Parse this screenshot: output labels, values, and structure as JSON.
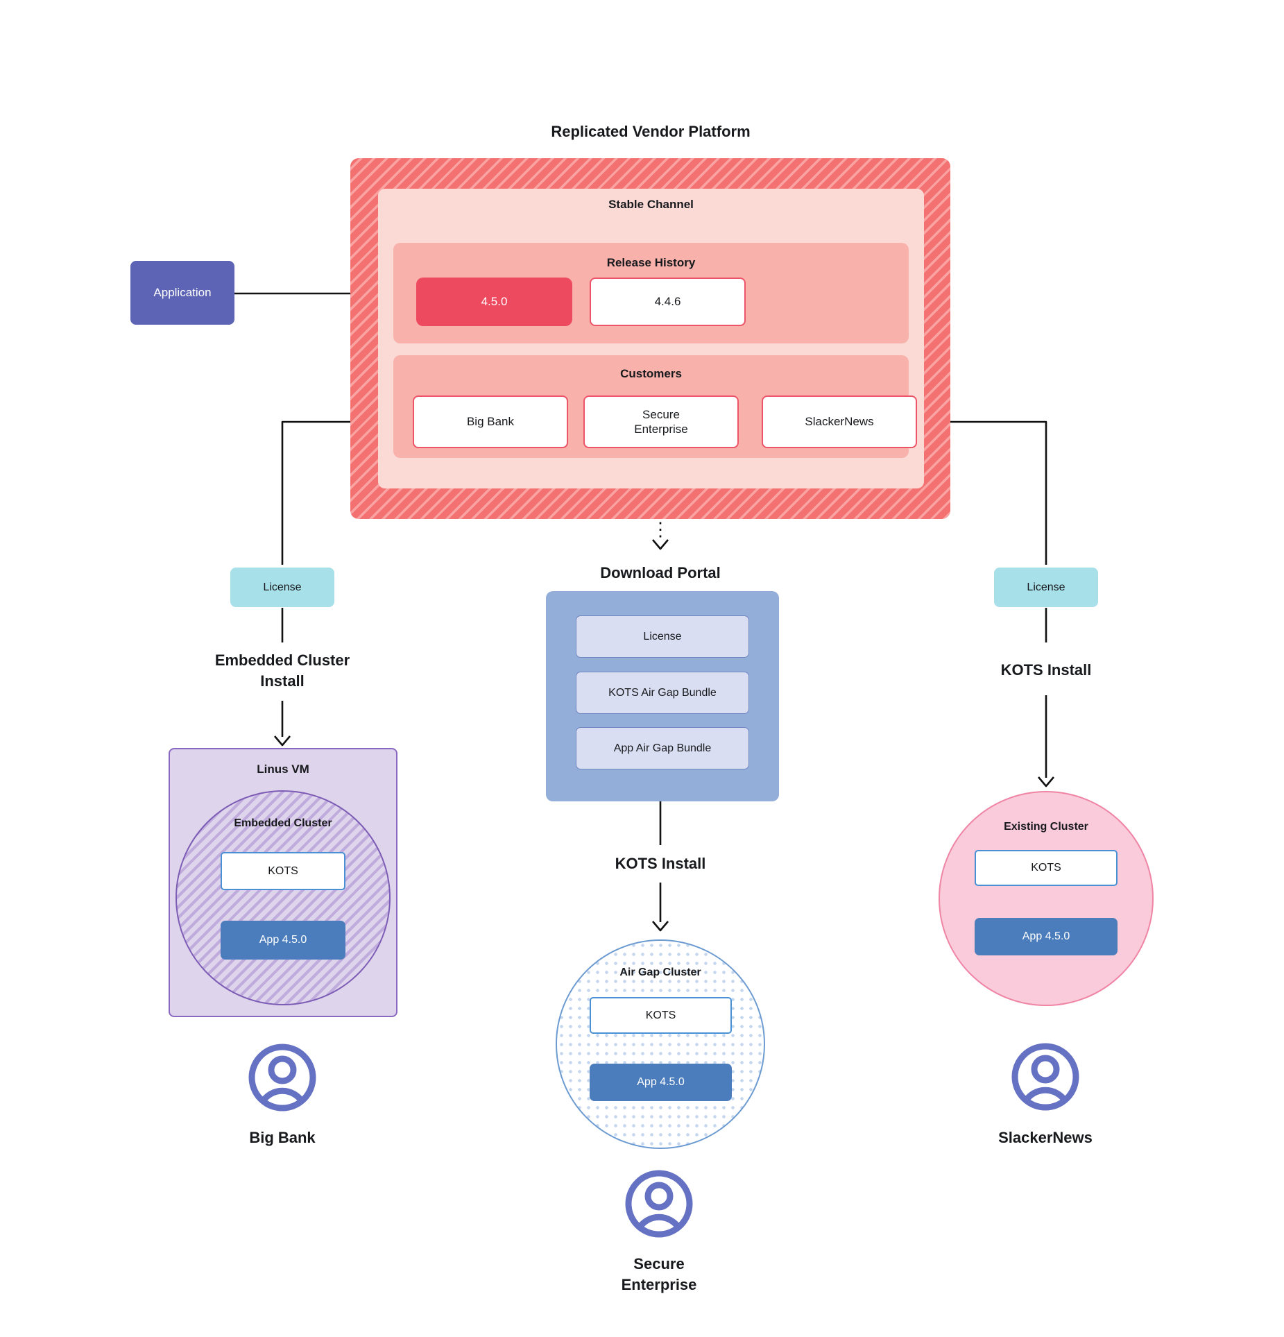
{
  "title": "Replicated Vendor Platform",
  "colors": {
    "hatch_red": "#f47171",
    "hatch_red_light": "#f9a3a3",
    "stable_fill": "#fbd9d5",
    "band_fill": "#f8b1ab",
    "release_current_fill": "#ee4a5f",
    "red_border": "#ee5468",
    "application_purple": "#5d64b5",
    "license_teal": "#a7e0e9",
    "portal_blue": "#93aed9",
    "portal_item_fill": "#d9def2",
    "vm_purple_fill": "#ded4ec",
    "vm_purple_border": "#8a68c0",
    "kots_border_blue": "#4a90d5",
    "app_blue": "#4b7dbd",
    "airgap_border_blue": "#6c9bd2",
    "existing_pink_fill": "#f9cbdb",
    "existing_pink_border": "#ef84a5",
    "persona_purple": "#6571c2"
  },
  "platform": {
    "stable_channel_label": "Stable Channel",
    "release_history_label": "Release History",
    "releases": [
      "4.5.0",
      "4.4.6"
    ],
    "customers_label": "Customers",
    "customers": [
      "Big Bank",
      "Secure\nEnterprise",
      "SlackerNews"
    ]
  },
  "application_label": "Application",
  "left_flow": {
    "license": "License",
    "install": "Embedded Cluster\nInstall",
    "vm_label": "Linus VM",
    "cluster_label": "Embedded Cluster",
    "kots": "KOTS",
    "app": "App 4.5.0",
    "persona": "Big Bank"
  },
  "center_flow": {
    "portal_label": "Download  Portal",
    "portal_items": [
      "License",
      "KOTS Air Gap Bundle",
      "App Air Gap Bundle"
    ],
    "install": "KOTS Install",
    "cluster_label": "Air Gap Cluster",
    "kots": "KOTS",
    "app": "App 4.5.0",
    "persona": "Secure\nEnterprise"
  },
  "right_flow": {
    "license": "License",
    "install": "KOTS Install",
    "cluster_label": "Existing Cluster",
    "kots": "KOTS",
    "app": "App 4.5.0",
    "persona": "SlackerNews"
  }
}
